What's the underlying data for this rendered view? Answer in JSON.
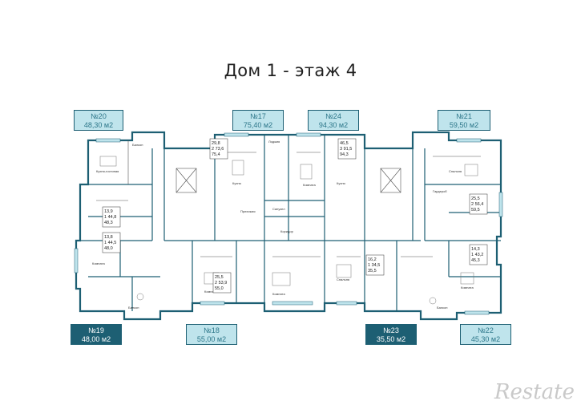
{
  "title": "Дом 1 - этаж 4",
  "colors": {
    "accent": "#1d5f73",
    "light": "#bfe4ec",
    "wall": "#1d5f73"
  },
  "apartments": [
    {
      "no": "№20",
      "area": "48,30 м2",
      "style": "light"
    },
    {
      "no": "№17",
      "area": "75,40 м2",
      "style": "light"
    },
    {
      "no": "№24",
      "area": "94,30 м2",
      "style": "light"
    },
    {
      "no": "№21",
      "area": "59,50 м2",
      "style": "light"
    },
    {
      "no": "№19",
      "area": "48,00 м2",
      "style": "dark"
    },
    {
      "no": "№18",
      "area": "55,00 м2",
      "style": "light"
    },
    {
      "no": "№23",
      "area": "35,50 м2",
      "style": "dark"
    },
    {
      "no": "№22",
      "area": "45,30 м2",
      "style": "light"
    }
  ],
  "unit_boxes": [
    {
      "l1": "29,8",
      "l2": "2 73,6",
      "l3": "75,4"
    },
    {
      "l1": "46,5",
      "l2": "3 91,5",
      "l3": "94,3"
    },
    {
      "l1": "13,9",
      "l2": "1 44,8",
      "l3": "48,3"
    },
    {
      "l1": "13,8",
      "l2": "1 44,5",
      "l3": "48,0"
    },
    {
      "l1": "25,5",
      "l2": "2 56,4",
      "l3": "59,5"
    },
    {
      "l1": "14,3",
      "l2": "1 43,2",
      "l3": "45,3"
    },
    {
      "l1": "25,5",
      "l2": "2 53,9",
      "l3": "55,0"
    },
    {
      "l1": "16,2",
      "l2": "1 34,5",
      "l3": "35,5"
    }
  ],
  "rooms": {
    "kitchen": "Кухня",
    "living": "Кухня-гостиная",
    "room": "Комната",
    "bedroom": "Спальня",
    "hall": "Прихожая",
    "bath": "Санузел",
    "balcony": "Балкон",
    "loggia": "Лоджия",
    "wardrobe": "Гардероб",
    "corridor": "Коридор"
  },
  "watermark": "Restate"
}
